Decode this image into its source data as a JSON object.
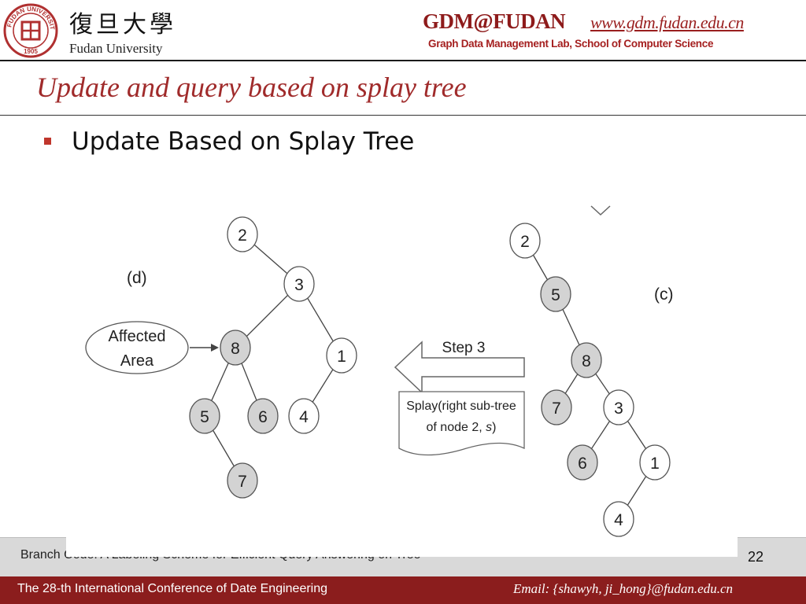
{
  "header": {
    "university_cn": "復旦大學",
    "university_en": "Fudan University",
    "seal_text": "FUDAN UNIVERSITY",
    "seal_year": "1905",
    "lab_name": "GDM@FUDAN",
    "lab_url": "www.gdm.fudan.edu.cn",
    "lab_subtitle": "Graph Data Management Lab,  School of Computer Science",
    "brand_color": "#8b1d1d"
  },
  "slide": {
    "title": "Update and query based on splay tree",
    "bullet": "Update Based on Splay Tree"
  },
  "diagram": {
    "left_tree": {
      "label": "(d)",
      "callout_line1": "Affected",
      "callout_line2": "Area",
      "nodes": [
        {
          "id": "2",
          "shaded": false
        },
        {
          "id": "3",
          "shaded": false
        },
        {
          "id": "8",
          "shaded": true
        },
        {
          "id": "1",
          "shaded": false
        },
        {
          "id": "5",
          "shaded": true
        },
        {
          "id": "6",
          "shaded": true
        },
        {
          "id": "4",
          "shaded": false
        },
        {
          "id": "7",
          "shaded": true
        }
      ]
    },
    "step": {
      "label": "Step 3",
      "box_line1": "Splay(right sub-tree",
      "box_line2_a": "of node 2, ",
      "box_line2_b": "s",
      "box_line2_c": ")"
    },
    "right_tree": {
      "label": "(c)",
      "nodes": [
        {
          "id": "2",
          "shaded": false
        },
        {
          "id": "5",
          "shaded": true
        },
        {
          "id": "8",
          "shaded": true
        },
        {
          "id": "7",
          "shaded": true
        },
        {
          "id": "3",
          "shaded": false
        },
        {
          "id": "6",
          "shaded": true
        },
        {
          "id": "1",
          "shaded": false
        },
        {
          "id": "4",
          "shaded": false
        }
      ]
    }
  },
  "footer": {
    "paper_title": "Branch Code: A Labeling Scheme for Efficient Query Answering on Tree",
    "page_number": "22",
    "conference": "The 28-th International Conference of Date Engineering",
    "email": "Email:  {shawyh, ji_hong}@fudan.edu.cn"
  }
}
